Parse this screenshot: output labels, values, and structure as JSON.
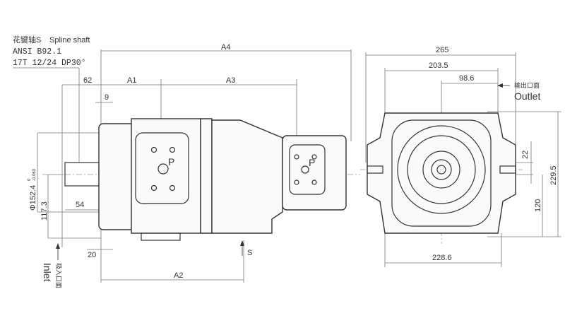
{
  "spline_note": {
    "line1_cn": "花键轴S",
    "line1_en": "Spline shaft",
    "line2": "ANSI B92.1",
    "line3": "17T 12/24 DP30°"
  },
  "side_view": {
    "dims": {
      "a4": "A4",
      "a1": "A1",
      "a3": "A3",
      "a2": "A2",
      "d62": "62",
      "d9": "9",
      "d54": "54",
      "d20": "20",
      "d117": "117.3",
      "pilot_dia": "Φ152.4",
      "pilot_tol_upper": "0",
      "pilot_tol_lower": "-0.063"
    },
    "port_label_1": "P",
    "port_label_2": "P",
    "s_label": "S",
    "inlet_cn": "吸入口面",
    "inlet_en": "Inlet"
  },
  "end_view": {
    "dims": {
      "d265": "265",
      "d203": "203.5",
      "d98": "98.6",
      "d22": "22",
      "d229": "229.5",
      "d120": "120",
      "d228": "228.6"
    },
    "outlet_cn": "输出口面",
    "outlet_en": "Outlet"
  },
  "colors": {
    "line": "#333333",
    "accent": "#3a5a8a"
  }
}
